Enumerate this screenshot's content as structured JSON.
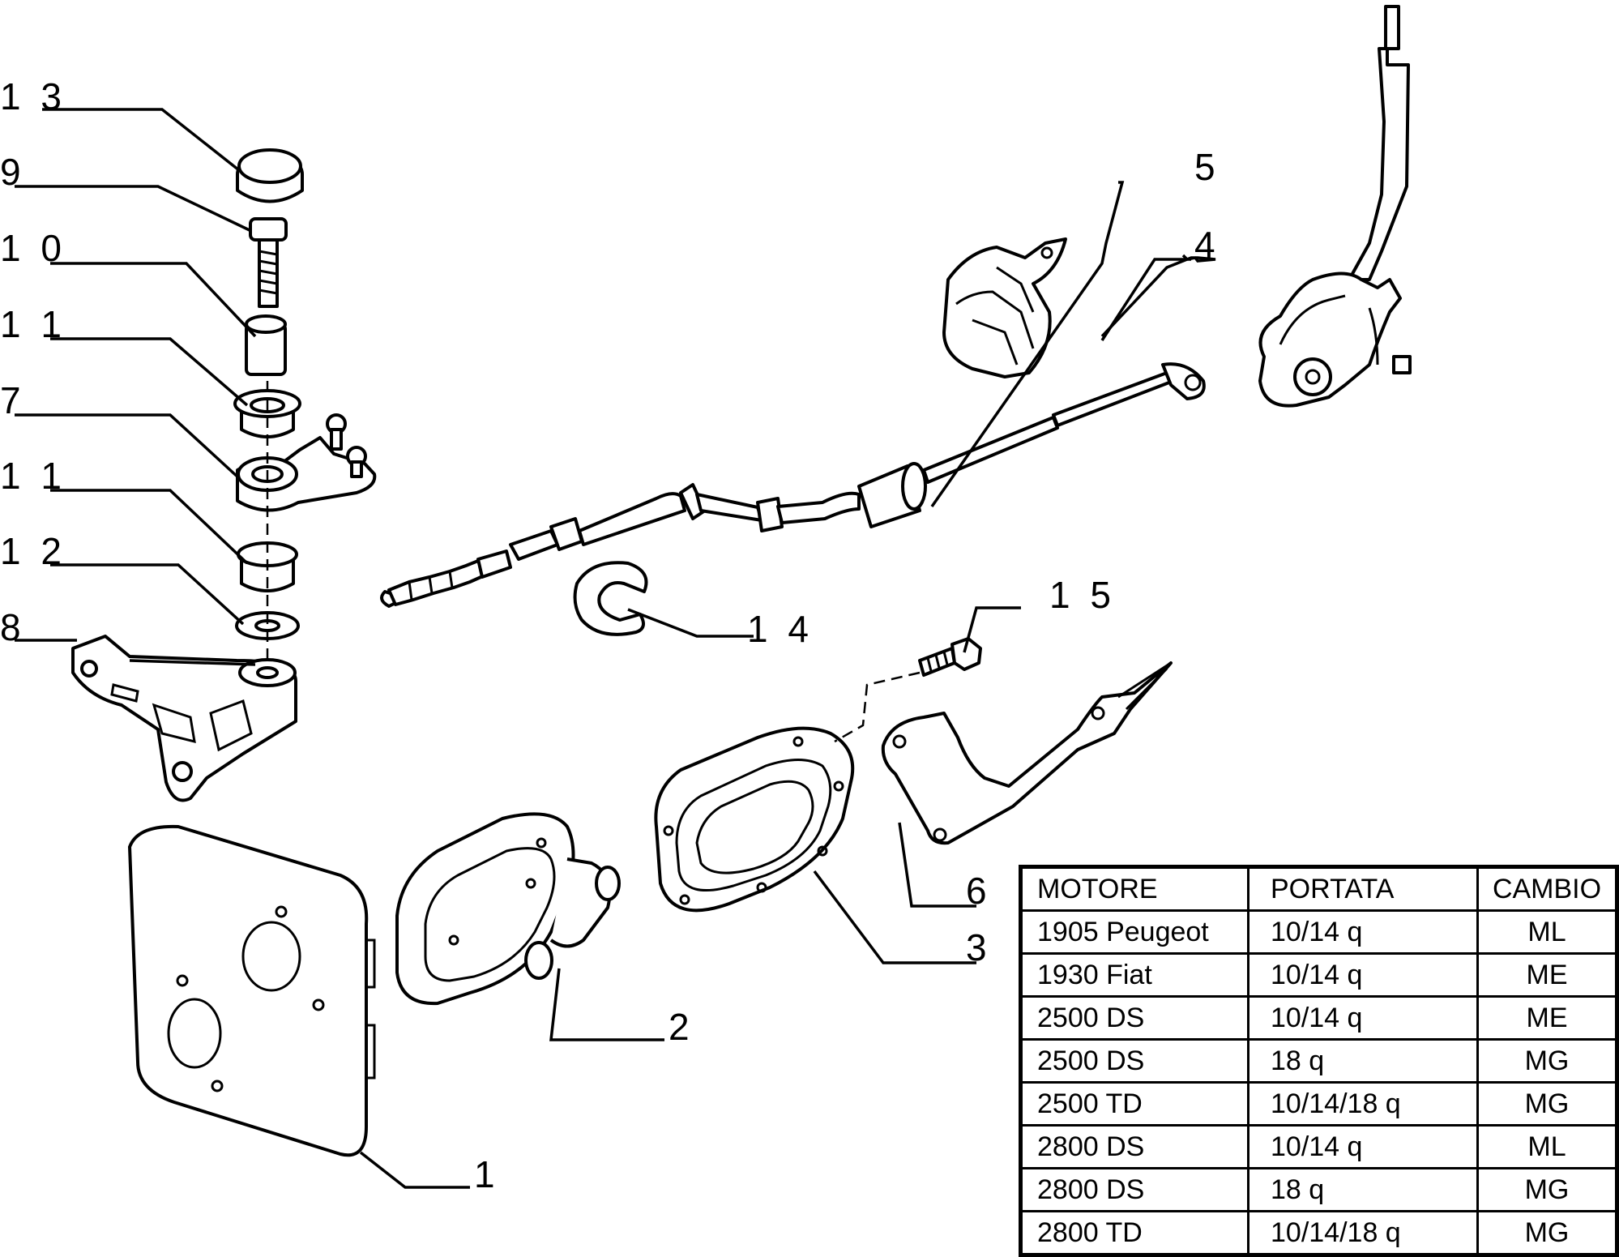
{
  "callouts": {
    "p1": "1",
    "p2": "2",
    "p3": "3",
    "p4": "4",
    "p5": "5",
    "p6": "6",
    "p7": "7",
    "p8": "8",
    "p9": "9",
    "p10": "1 0",
    "p11a": "1 1",
    "p11b": "1 1",
    "p12": "1 2",
    "p13": "1 3",
    "p14": "1 4",
    "p15": "1 5"
  },
  "table": {
    "headers": [
      "MOTORE",
      "PORTATA",
      "CAMBIO"
    ],
    "rows": [
      [
        "1905 Peugeot",
        "10/14 q",
        "ML"
      ],
      [
        "1930 Fiat",
        "10/14 q",
        "ME"
      ],
      [
        "2500 DS",
        "10/14 q",
        "ME"
      ],
      [
        "2500 DS",
        "18 q",
        "MG"
      ],
      [
        "2500 TD",
        "10/14/18 q",
        "MG"
      ],
      [
        "2800 DS",
        "10/14 q",
        "ML"
      ],
      [
        "2800 DS",
        "18 q",
        "MG"
      ],
      [
        "2800 TD",
        "10/14/18 q",
        "MG"
      ]
    ]
  }
}
